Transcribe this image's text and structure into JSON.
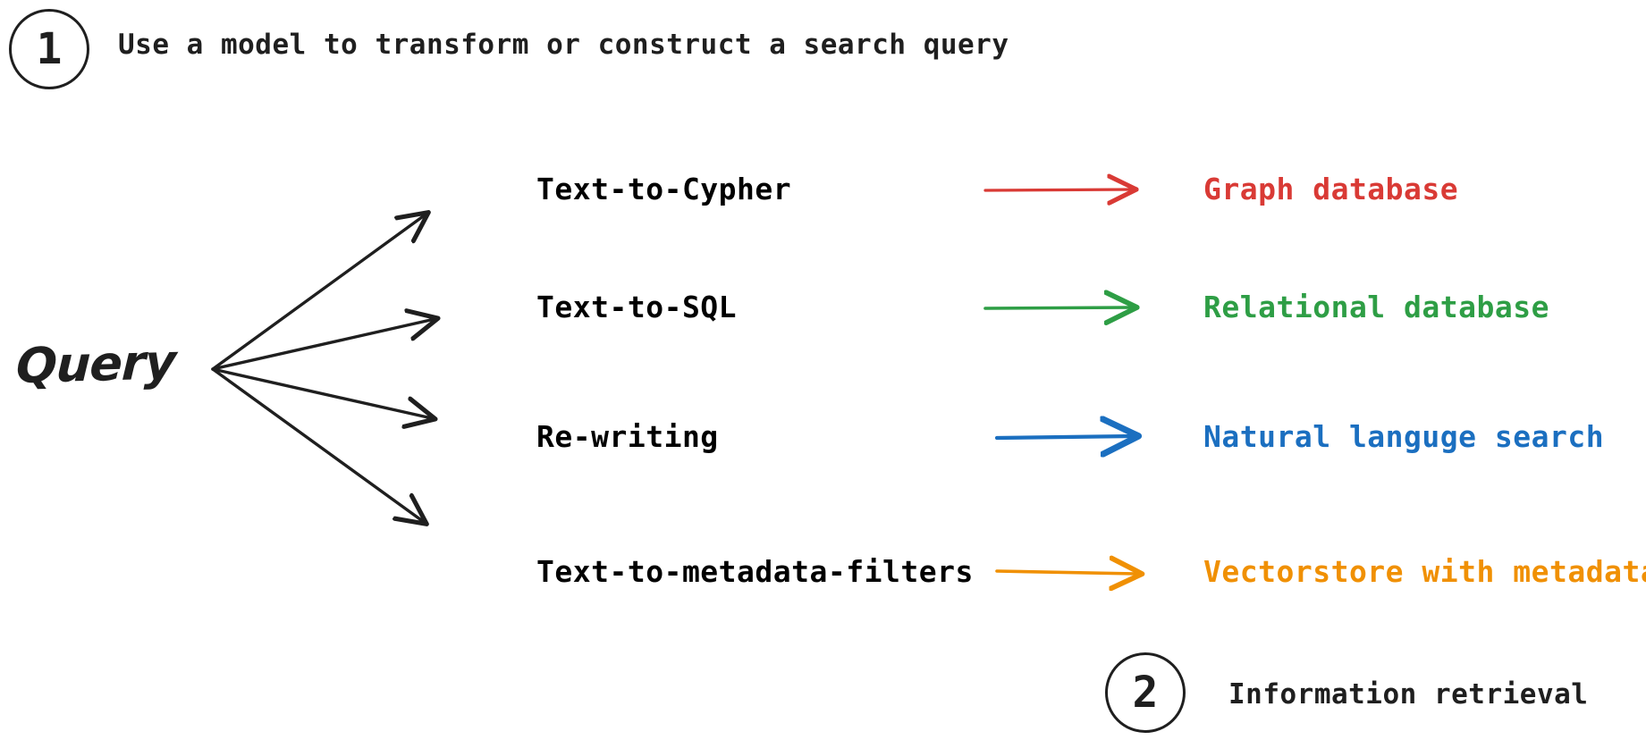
{
  "diagram": {
    "title_visible": false,
    "background": "#ffffff",
    "steps": [
      {
        "number": "1",
        "caption": "Use a model to transform or construct a search query"
      },
      {
        "number": "2",
        "caption": "Information retrieval"
      }
    ],
    "source": {
      "label": "Query",
      "branch_count": 4
    },
    "colors": {
      "ink": "#1f1f1f",
      "red": "#d93a35",
      "green": "#2e9e45",
      "blue": "#1b6fc0",
      "orange": "#f09003"
    },
    "rows": [
      {
        "method": "Text-to-Cypher",
        "target": "Graph database",
        "color": "#d93a35",
        "color_name": "red"
      },
      {
        "method": "Text-to-SQL",
        "target": "Relational database",
        "color": "#2e9e45",
        "color_name": "green"
      },
      {
        "method": "Re-writing",
        "target": "Natural languge search",
        "color": "#1b6fc0",
        "color_name": "blue"
      },
      {
        "method": "Text-to-metadata-filters",
        "target": "Vectorstore with metadata",
        "color": "#f09003",
        "color_name": "orange"
      }
    ]
  }
}
